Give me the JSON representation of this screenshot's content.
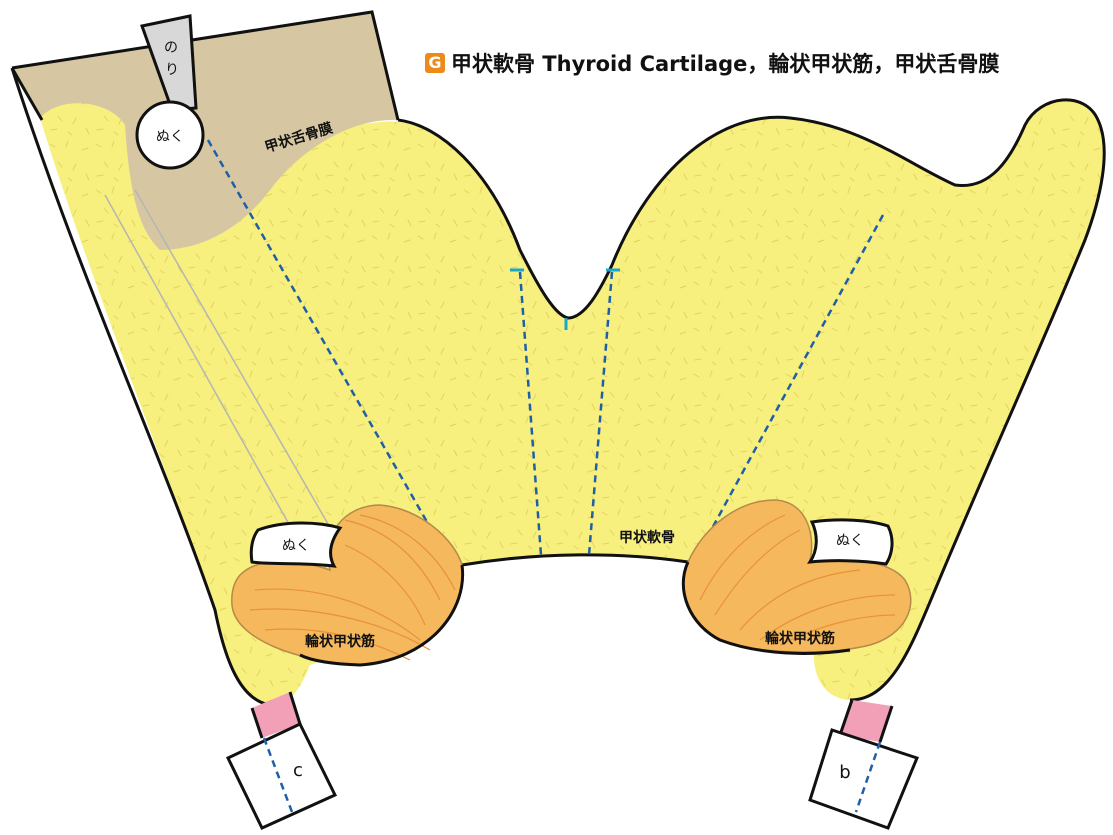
{
  "title": {
    "badge": "G",
    "text": "甲状軟骨 Thyroid Cartilage，輪状甲状筋，甲状舌骨膜"
  },
  "labels": {
    "membrane": "甲状舌骨膜",
    "cartilage": "甲状軟骨",
    "muscle_left": "輪状甲状筋",
    "muscle_right": "輪状甲状筋",
    "cut_circle": "ぬく",
    "cut_left": "ぬく",
    "cut_right": "ぬく",
    "glue": "のり",
    "tab_left": "c",
    "tab_right": "b"
  },
  "colors": {
    "cartilage": "#f7ef7e",
    "membrane": "#d6c7a2",
    "muscle": "#f5b85c",
    "muscle_stripe": "#e8913a",
    "pink_band": "#f2a0b8",
    "fold_line": "#1f5fa8",
    "marker": "#1aa7c9",
    "badge": "#ee8a1a",
    "outline": "#111111"
  }
}
